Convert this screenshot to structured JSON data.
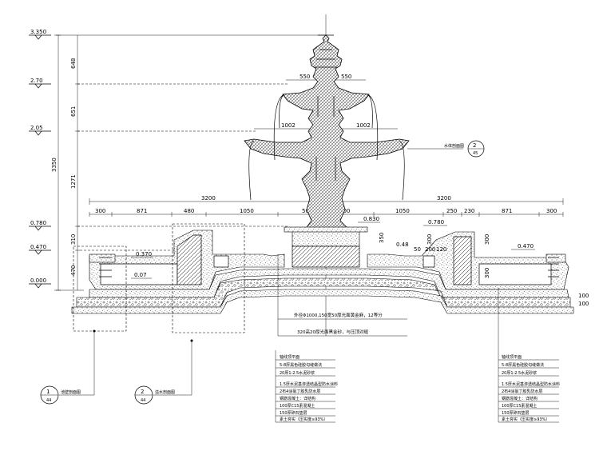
{
  "elevations": [
    {
      "label": "3.350"
    },
    {
      "label": "2.70"
    },
    {
      "label": "2.05"
    },
    {
      "label": "0.780"
    },
    {
      "label": "0.470"
    },
    {
      "label": "0.000"
    }
  ],
  "vertical_dims": {
    "outer": "3350",
    "segments": [
      "648",
      "651",
      "1271"
    ],
    "lower": [
      "310",
      "470"
    ]
  },
  "top_dims": {
    "tier_upper_left": "550",
    "tier_upper_right": "550",
    "tier_mid_left": "1002",
    "tier_mid_right": "1002",
    "overall_left": "3200",
    "overall_right": "3200",
    "left_chain": [
      "300",
      "871",
      "480",
      "1050",
      "500"
    ],
    "right_chain": [
      "500",
      "1050",
      "250",
      "230",
      "871",
      "300"
    ]
  },
  "basin_marks": {
    "center_level": "0.830",
    "right_level": "0.780",
    "left_water": "0.370",
    "left_floor": "0.07",
    "right_water": "0.470",
    "center_small": "0.48",
    "inner_dims": [
      "350",
      "50",
      "200",
      "120",
      "300",
      "300",
      "300",
      "100",
      "100"
    ]
  },
  "callouts": {
    "top_right": {
      "num": "2",
      "sheet": "45",
      "label": "水体剖面图"
    },
    "bottom_left_1": {
      "num": "1",
      "sheet": "44",
      "label": "池壁剖面图"
    },
    "bottom_left_2": {
      "num": "2",
      "sheet": "44",
      "label": "溢水剖面图"
    }
  },
  "notes": {
    "center_1": "外径Φ1000,150宽50厚光面黄金麻，12等分",
    "center_2": "320高20厚光面黑金砂，与压顶对缝",
    "left_list": [
      "轴线顶平面",
      "5-8厚黑色硅胶勾缝做法",
      "20厚1:2.5水泥砂浆",
      "1.5厚水泥基渗透结晶型防水涂料",
      "2布4涂氯丁胶乳防水层",
      "钢筋混凝土：详结构",
      "100厚C15素混凝土",
      "150厚碎石垫层",
      "素土夯实（压实度≥93%）"
    ],
    "right_list": [
      "轴线顶平面",
      "5-8厚黑色硅胶勾缝做法",
      "20厚1:2.5水泥砂浆",
      "1.5厚水泥基渗透结晶型防水涂料",
      "2布4涂氯丁胶乳防水层",
      "钢筋混凝土：详结构",
      "100厚C15素混凝土",
      "150厚碎石垫层",
      "素土夯实（压实度≥93%）"
    ]
  }
}
